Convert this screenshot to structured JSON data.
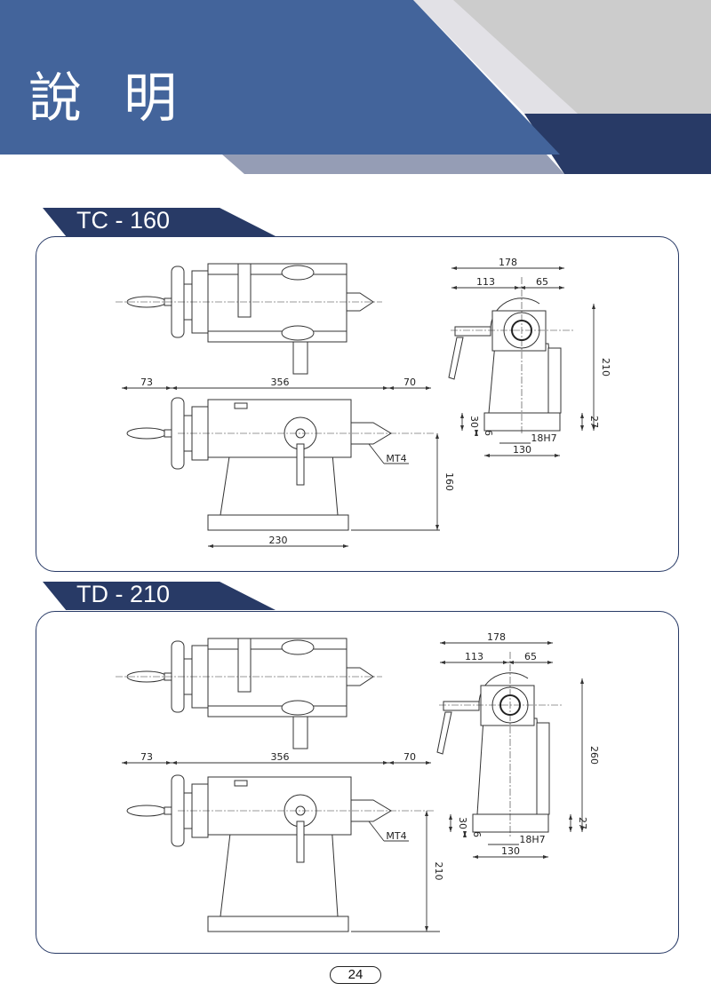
{
  "header": {
    "title": "說 明"
  },
  "colors": {
    "primary": "#43649b",
    "dark": "#283a66",
    "grey": "#cccccc",
    "light_grey": "#e2e1e6",
    "slate": "#959db5"
  },
  "sections": [
    {
      "model": "TC - 160",
      "dims": {
        "handle": "73",
        "length": "356",
        "tip": "70",
        "center_height": "160",
        "base_length": "230",
        "mt": "MT4",
        "width": "178",
        "left_w": "113",
        "right_w": "65",
        "height": "210",
        "base_h": "30",
        "foot": "27",
        "slot_depth": "6",
        "slot": "18H7",
        "base_w": "130"
      }
    },
    {
      "model": "TD - 210",
      "dims": {
        "handle": "73",
        "length": "356",
        "tip": "70",
        "center_height": "210",
        "base_length": "",
        "mt": "MT4",
        "width": "178",
        "left_w": "113",
        "right_w": "65",
        "height": "260",
        "base_h": "30",
        "foot": "27",
        "slot_depth": "6",
        "slot": "18H7",
        "base_w": "130"
      }
    }
  ],
  "footer": {
    "page_number": "24"
  }
}
